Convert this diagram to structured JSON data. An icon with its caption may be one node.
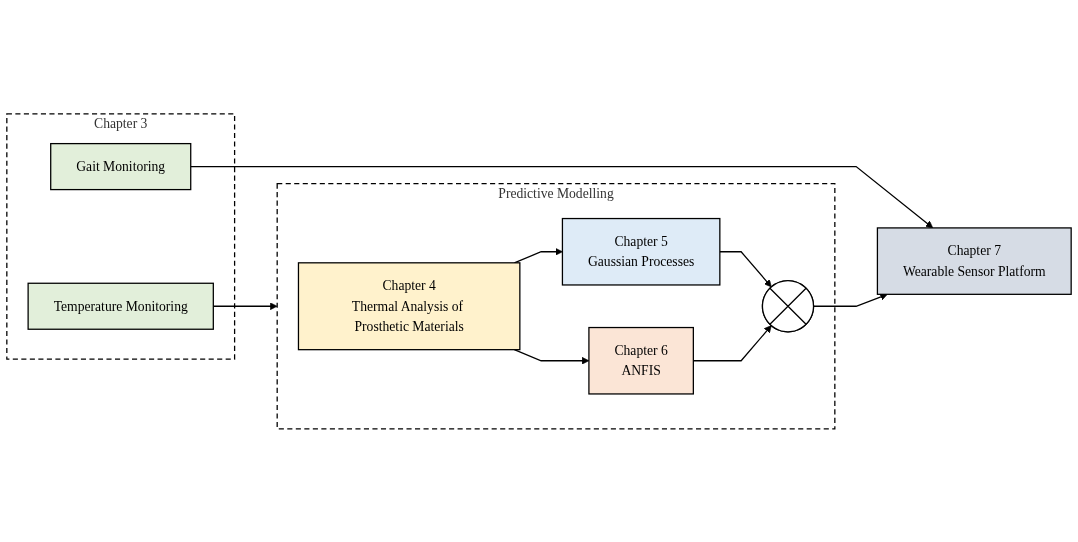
{
  "diagram": {
    "nodes": [
      {
        "text": [
          "Chapter 3"
        ]
      },
      {
        "text": [
          "Gait Monitoring"
        ],
        "in": 0
      },
      {
        "text": [
          "Temperature Monitoring"
        ],
        "in": 0
      },
      {
        "text": [
          "Chapter 7",
          "Wearable Sensor Platform"
        ]
      },
      {
        "text": [
          "Predictive Modelling"
        ]
      },
      {
        "text": [
          "Chapter 4",
          "Thermal Analysis of Prosthetic Materials"
        ],
        "in": 4
      },
      {
        "text": [
          "Chapter 5",
          "Gaussian Processes"
        ],
        "in": 4
      },
      {
        "text": [
          "Chapter 6",
          "ANFIS"
        ],
        "in": 4
      },
      {
        "text": [],
        "shape": "circle",
        "in": 4
      }
    ],
    "edges": [
      {
        "from": 1,
        "to": 3,
        "arrow": "to"
      },
      {
        "from": 2,
        "to": 4,
        "arrow": "to"
      },
      {
        "from": 5,
        "to": 6,
        "arrow": "to"
      },
      {
        "from": 5,
        "to": 7,
        "arrow": "to"
      },
      {
        "from": 6,
        "to": 8,
        "arrow": "to"
      },
      {
        "from": 7,
        "to": 8,
        "arrow": "to"
      },
      {
        "from": 8,
        "to": 3,
        "arrow": "to"
      }
    ]
  }
}
